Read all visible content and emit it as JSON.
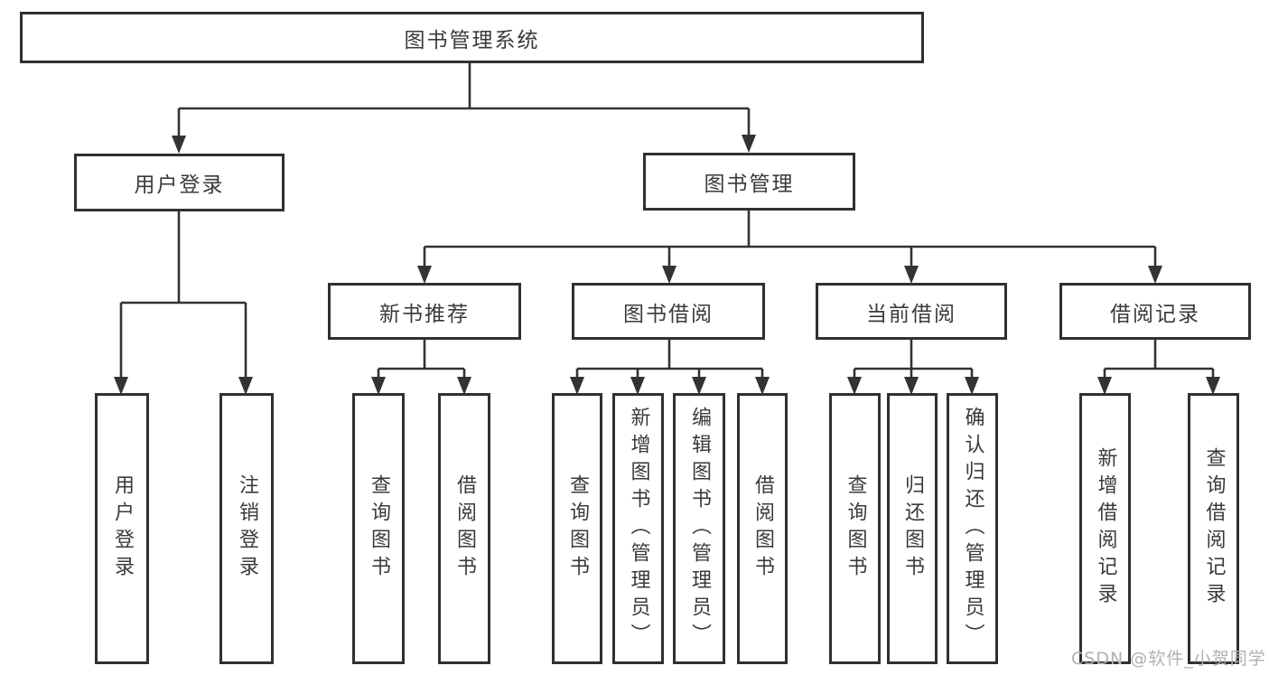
{
  "tree": {
    "root": {
      "label": "图书管理系统"
    },
    "branches": [
      {
        "label": "用户登录",
        "children": [
          {
            "label": "用户登录"
          },
          {
            "label": "注销登录"
          }
        ]
      },
      {
        "label": "图书管理",
        "children": [
          {
            "label": "新书推荐",
            "children": [
              {
                "label": "查询图书"
              },
              {
                "label": "借阅图书"
              }
            ]
          },
          {
            "label": "图书借阅",
            "children": [
              {
                "label": "查询图书"
              },
              {
                "label": "新增图书（管理员）"
              },
              {
                "label": "编辑图书（管理员）"
              },
              {
                "label": "借阅图书"
              }
            ]
          },
          {
            "label": "当前借阅",
            "children": [
              {
                "label": "查询图书"
              },
              {
                "label": "归还图书"
              },
              {
                "label": "确认归还（管理员）"
              }
            ]
          },
          {
            "label": "借阅记录",
            "children": [
              {
                "label": "新增借阅记录"
              },
              {
                "label": "查询借阅记录"
              }
            ]
          }
        ]
      }
    ]
  },
  "watermark": {
    "text": "CSDN @软件_小贺同学"
  },
  "colors": {
    "line": "#303030",
    "text": "#3a3a3a",
    "background": "#ffffff",
    "watermark": "#b5b0ae"
  }
}
